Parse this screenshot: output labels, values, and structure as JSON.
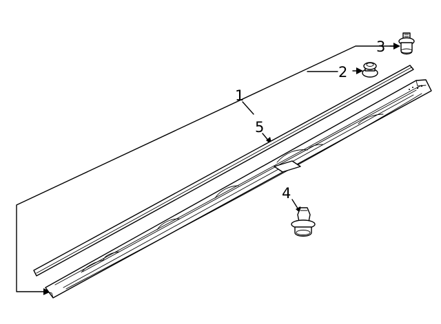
{
  "callouts": [
    {
      "id": "part-1",
      "label": "1"
    },
    {
      "id": "part-2",
      "label": "2"
    },
    {
      "id": "part-3",
      "label": "3"
    },
    {
      "id": "part-4",
      "label": "4"
    },
    {
      "id": "part-5",
      "label": "5"
    }
  ],
  "colors": {
    "line": "#000000",
    "background": "#ffffff"
  }
}
